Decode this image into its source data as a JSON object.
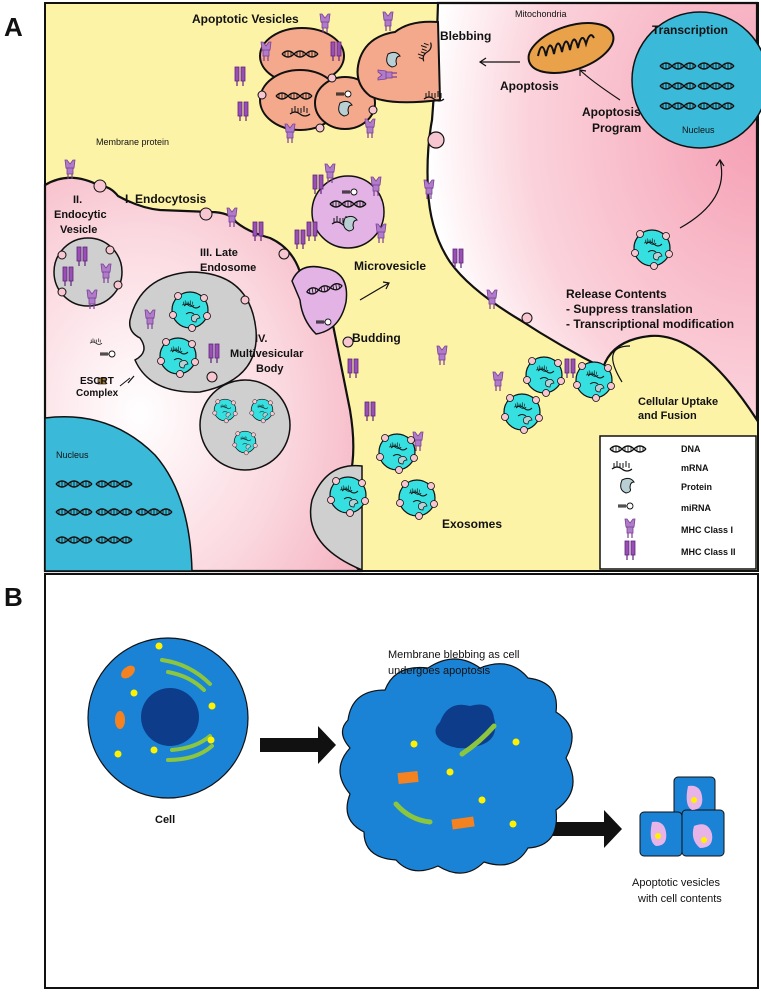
{
  "panel_a": {
    "letter": "A",
    "labels": {
      "apoptotic_vesicles": "Apoptotic Vesicles",
      "blebbing": "Blebbing",
      "mitochondria": "Mitochondria",
      "apoptosis": "Apoptosis",
      "apoptosis_program_1": "Apoptosis",
      "apoptosis_program_2": "Program",
      "transcription": "Transcription",
      "nucleus_top": "Nucleus",
      "membrane_protein": "Membrane protein",
      "endocytosis": "I. Endocytosis",
      "endocytic_1": "II.",
      "endocytic_2": "Endocytic",
      "endocytic_3": "Vesicle",
      "late_endosome_1": "III. Late",
      "late_endosome_2": "Endosome",
      "mvb_1": "IV.",
      "mvb_2": "Multivesicular",
      "mvb_3": "Body",
      "escrt_1": "ESCRT",
      "escrt_2": "Complex",
      "microvesicle": "Microvesicle",
      "budding": "Budding",
      "release_1": "Release Contents",
      "release_2": "- Suppress translation",
      "release_3": "- Transcriptional modification",
      "uptake_1": "Cellular Uptake",
      "uptake_2": "and Fusion",
      "exosomes": "Exosomes",
      "nucleus_bottom": "Nucleus"
    },
    "legend": [
      "DNA",
      "mRNA",
      "Protein",
      "miRNA",
      "MHC Class I",
      "MHC Class II"
    ]
  },
  "panel_b": {
    "letter": "B",
    "cell_label": "Cell",
    "blebbing_1": "Membrane blebbing as cell",
    "blebbing_2": "undergoes apoptosis",
    "vesicles_1": "Apoptotic vesicles",
    "vesicles_2": "with cell contents"
  },
  "colors": {
    "cytoplasm": "#fdf3a7",
    "cell_pink": "#f8c8d0",
    "nucleus_cyan": "#3bb9d9",
    "vesicle_gray": "#cfcfcf",
    "exosome_cyan": "#37e0e0",
    "microvesicle": "#e3b3e6",
    "bleb": "#f5a98c",
    "mhc_purple": "#9a5fb6",
    "cell_blue": "#1b83d6",
    "cell_nucleus": "#0d3d8a"
  }
}
